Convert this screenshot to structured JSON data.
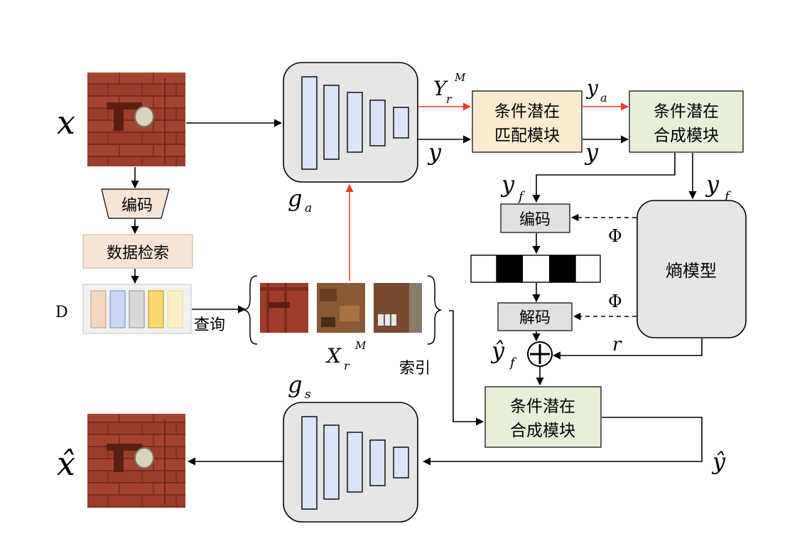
{
  "labels": {
    "x": "x",
    "x_hat": "x̂",
    "g_a_main": "g",
    "g_a_sub": "a",
    "g_s_main": "g",
    "g_s_sub": "s",
    "Yr_main": "Y",
    "Yr_sub": "r",
    "Yr_sup": "M",
    "Xr_main": "X",
    "Xr_sub": "r",
    "Xr_sup": "M",
    "y1": "y",
    "y2": "y",
    "ya_main": "y",
    "ya_sub": "a",
    "yf1_main": "y",
    "yf1_sub": "f",
    "yf2_main": "y",
    "yf2_sub": "f",
    "yf_hat_main": "ŷ",
    "yf_hat_sub": "f",
    "phi1": "Φ",
    "phi2": "Φ",
    "r": "r",
    "y_hat": "ŷ",
    "D": "D",
    "query": "查询",
    "index": "索引"
  },
  "boxes": {
    "encode_trap": "编码",
    "retrieval": "数据检索",
    "match_line1": "条件潜在",
    "match_line2": "匹配模块",
    "synth_top_line1": "条件潜在",
    "synth_top_line2": "合成模块",
    "encode_box": "编码",
    "decode_box": "解码",
    "entropy": "熵模型",
    "synth_bottom_line1": "条件潜在",
    "synth_bottom_line2": "合成模块"
  },
  "colors": {
    "red_arrow": "#e8392b",
    "match_fill": "#fbecd0",
    "synth_fill": "#e6f0d9",
    "retrieval_fill": "#f8e4d6",
    "network_fill": "#e6e6e6",
    "layer_fill": "#dbe4f8",
    "gray_box": "#e0e0e0",
    "db_colors": [
      "#f2d6c0",
      "#cad8f4",
      "#d9d9d9",
      "#f8d86e",
      "#fdf0c6"
    ]
  }
}
